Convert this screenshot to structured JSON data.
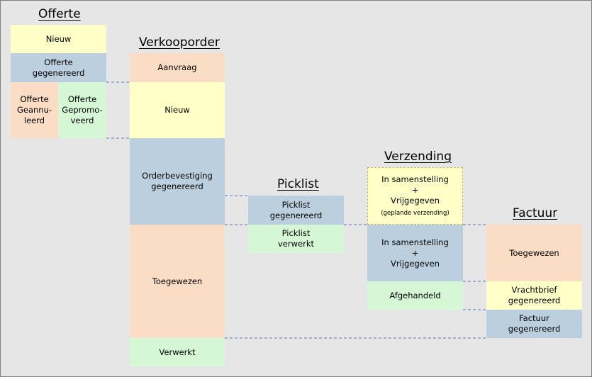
{
  "sections": {
    "offerte": {
      "title": "Offerte",
      "nieuw": "Nieuw",
      "gegenereerd": "Offerte\ngegenereerd",
      "geannuleerd": "Offerte\nGeannu-\nleerd",
      "gepromoveerd": "Offerte\nGepromo-\nveerd"
    },
    "verkooporder": {
      "title": "Verkooporder",
      "aanvraag": "Aanvraag",
      "nieuw": "Nieuw",
      "orderbevestiging": "Orderbevestiging\ngegenereerd",
      "toegewezen": "Toegewezen",
      "verwerkt": "Verwerkt"
    },
    "picklist": {
      "title": "Picklist",
      "gegenereerd": "Picklist\ngegenereerd",
      "verwerkt": "Picklist\nverwerkt"
    },
    "verzending": {
      "title": "Verzending",
      "gepland": "In samenstelling\n+\nVrijgegeven",
      "gepland_sub": "(geplande verzending)",
      "vrijgegeven": "In samenstelling\n+\nVrijgegeven",
      "afgehandeld": "Afgehandeld"
    },
    "factuur": {
      "title": "Factuur",
      "toegewezen": "Toegewezen",
      "vrachtbrief": "Vrachtbrief\ngegenereerd",
      "gegenereerd": "Factuur\ngegenereerd"
    }
  },
  "colors": {
    "yellow": "#ffffc8",
    "blue": "#bccfde",
    "orange": "#fbdcc4",
    "green": "#d6f7d6",
    "connector": "#5a78b4"
  }
}
